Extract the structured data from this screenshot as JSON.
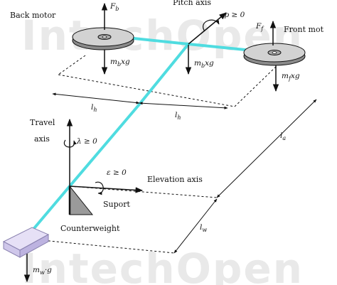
{
  "watermark": "IntechOpen",
  "colors": {
    "beam": "#4fdce0",
    "line": "#111111",
    "disk_fill": "#d2d2d2",
    "disk_inner": "#a9a9a9",
    "counterweight_fill": "#d9d2ee",
    "counterweight_stroke": "#8a82b0",
    "support_fill": "#9a9a9a"
  },
  "labels": {
    "back_motor": "Back motor",
    "front_motor": "Front mot",
    "pitch_axis": "Pitch axis",
    "travel_axis_1": "Travel",
    "travel_axis_2": "axis",
    "elevation_axis": "Elevation axis",
    "support": "Suport",
    "counterweight": "Counterweight"
  },
  "math": {
    "Fb": "F",
    "Fb_sub": "b",
    "Ff": "F",
    "Ff_sub": "f",
    "rho": "ρ ≥ 0",
    "lambda": "λ ≥ 0",
    "epsilon": "ε ≥ 0",
    "mbxg_left_pre": "m",
    "mbxg_left_sub": "b",
    "mbxg_left_post": "xg",
    "mbxg_center_pre": "m",
    "mbxg_center_sub": "b",
    "mbxg_center_post": "xg",
    "mfxg_pre": "m",
    "mfxg_sub": "f",
    "mfxg_post": "xg",
    "mwg_pre": "m",
    "mwg_sub": "w",
    "mwg_post": "·g",
    "lh_left_pre": "l",
    "lh_left_sub": "h",
    "lh_right_pre": "l",
    "lh_right_sub": "h",
    "la_pre": "l",
    "la_sub": "a",
    "lw_pre": "l",
    "lw_sub": "w"
  }
}
